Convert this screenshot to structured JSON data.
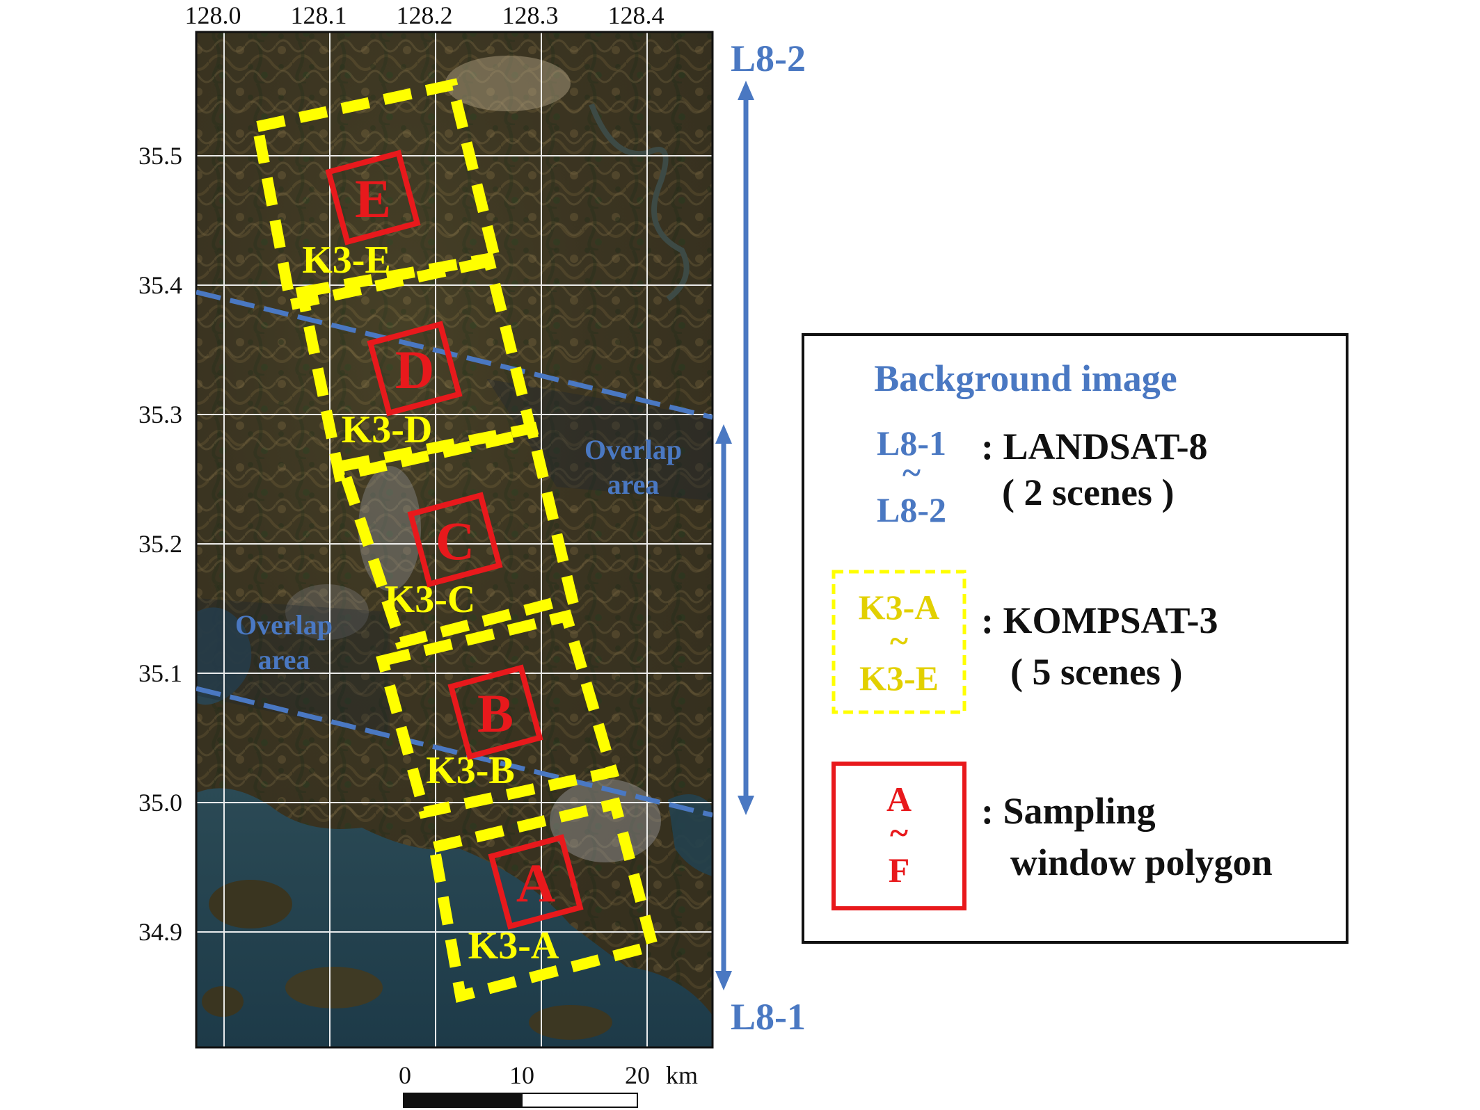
{
  "map": {
    "longitude_ticks": [
      "128.0",
      "128.1",
      "128.2",
      "128.3",
      "128.4"
    ],
    "latitude_ticks": [
      "35.5",
      "35.4",
      "35.3",
      "35.2",
      "35.1",
      "35.0",
      "34.9"
    ],
    "overlap_labels": [
      {
        "line1": "Overlap",
        "line2": "area"
      },
      {
        "line1": "Overlap",
        "line2": "area"
      }
    ],
    "kompsat_scenes": [
      "K3-A",
      "K3-B",
      "K3-C",
      "K3-D",
      "K3-E"
    ],
    "sampling_windows": [
      "A",
      "B",
      "C",
      "D",
      "E"
    ],
    "landsat_scenes": [
      "L8-1",
      "L8-2"
    ]
  },
  "scale_bar": {
    "ticks": [
      "0",
      "10",
      "20"
    ],
    "unit": "km"
  },
  "legend": {
    "title": "Background image",
    "landsat": {
      "from": "L8-1",
      "tilde": "~",
      "to": "L8-2",
      "desc1": ": LANDSAT-8",
      "desc2": "( 2 scenes )"
    },
    "kompsat": {
      "from": "K3-A",
      "tilde": "~",
      "to": "K3-E",
      "desc1": ": KOMPSAT-3",
      "desc2": "( 5 scenes )"
    },
    "sampling": {
      "from": "A",
      "tilde": "~",
      "to": "F",
      "desc1": ": Sampling",
      "desc2": "window polygon"
    }
  },
  "colors": {
    "kompsat_outline": "#ffff00",
    "sampling_outline": "#e8191c",
    "landsat_arrow": "#4a78c2"
  }
}
